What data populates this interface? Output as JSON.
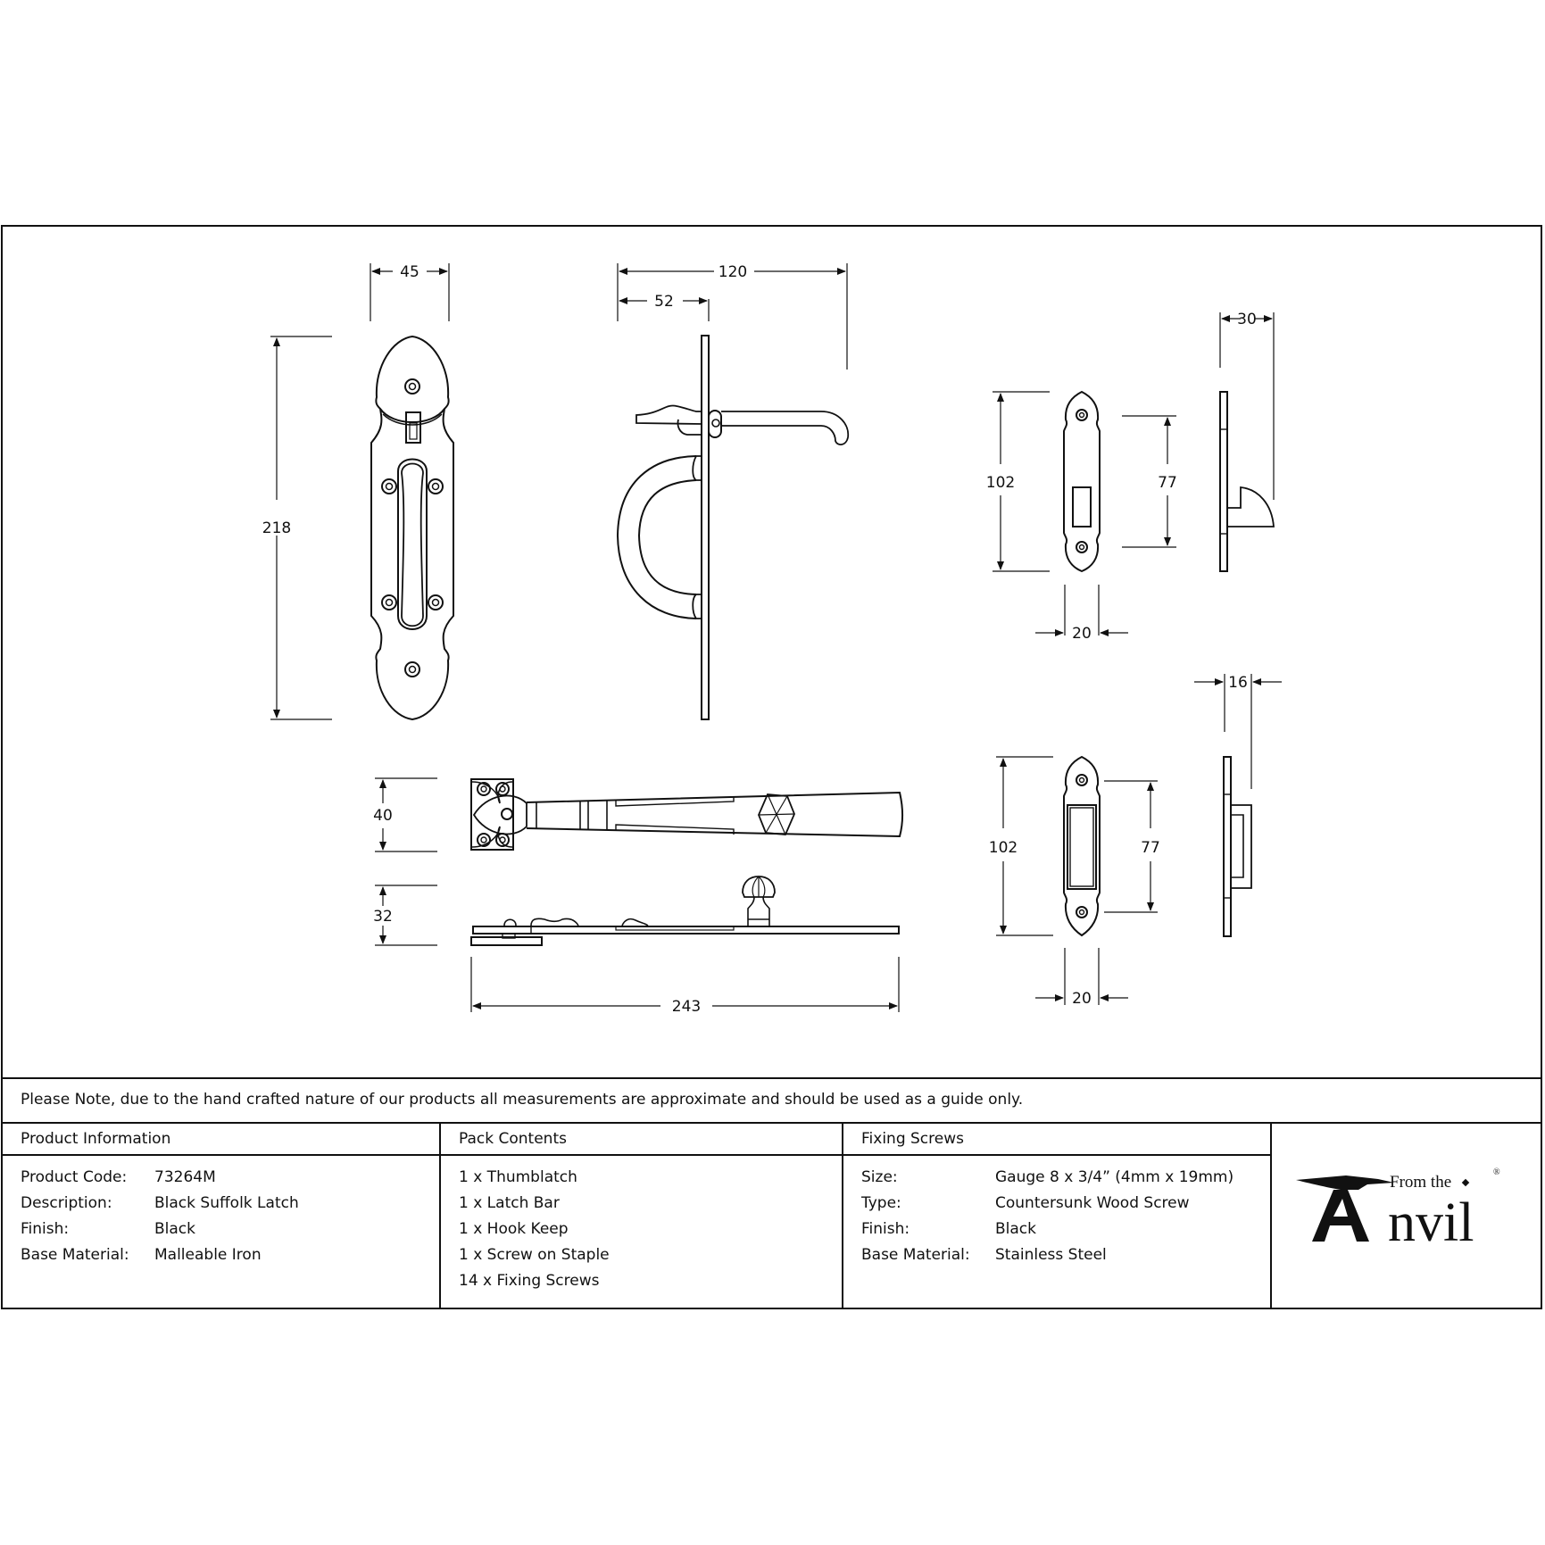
{
  "drawing": {
    "thumblatch_front": {
      "width_label": "45",
      "height_label": "218"
    },
    "thumblatch_side": {
      "depth_total_label": "120",
      "depth_handle_label": "52"
    },
    "hook_keep_front": {
      "height_label": "102",
      "hole_spacing_label": "77",
      "width_label": "20"
    },
    "hook_keep_side": {
      "projection_label": "30"
    },
    "staple_front": {
      "height_label": "102",
      "hole_spacing_label": "77",
      "width_label": "20"
    },
    "staple_side": {
      "projection_label": "16"
    },
    "latch_bar_top": {
      "height_label": "40"
    },
    "latch_bar_side": {
      "height_label": "32",
      "length_label": "243"
    }
  },
  "note": "Please Note, due to the hand crafted nature of our products all measurements are approximate and should be used as a guide only.",
  "product_information": {
    "heading": "Product Information",
    "rows": [
      {
        "key": "Product Code:",
        "value": "73264M"
      },
      {
        "key": "Description:",
        "value": "Black Suffolk Latch"
      },
      {
        "key": "Finish:",
        "value": "Black"
      },
      {
        "key": "Base Material:",
        "value": "Malleable Iron"
      }
    ]
  },
  "pack_contents": {
    "heading": "Pack Contents",
    "items": [
      "1 x Thumblatch",
      "1 x Latch Bar",
      "1 x Hook Keep",
      "1 x Screw on Staple",
      "14 x Fixing Screws"
    ]
  },
  "fixing_screws": {
    "heading": "Fixing Screws",
    "rows": [
      {
        "key": "Size:",
        "value": "Gauge 8 x 3/4” (4mm x 19mm)"
      },
      {
        "key": "Type:",
        "value": "Countersunk Wood Screw"
      },
      {
        "key": "Finish:",
        "value": "Black"
      },
      {
        "key": "Base Material:",
        "value": "Stainless Steel"
      }
    ]
  },
  "logo": {
    "tagline": "From the",
    "brand": "Anvil",
    "registered": "®"
  }
}
